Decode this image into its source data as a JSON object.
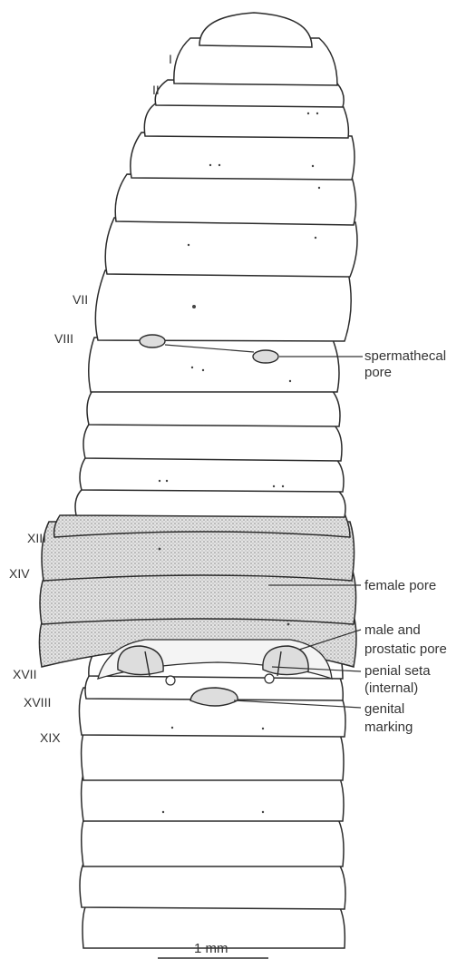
{
  "segment_labels": {
    "s1": "I",
    "s2": "II",
    "s7": "VII",
    "s8": "VIII",
    "s13": "XIII",
    "s14": "XIV",
    "s17": "XVII",
    "s18": "XVIII",
    "s19": "XIX"
  },
  "annotations": {
    "spermathecal_1": "spermathecal",
    "spermathecal_2": "pore",
    "female": "female pore",
    "male_1": "male and",
    "male_2": "prostatic pore",
    "seta_1": "penial seta",
    "seta_2": "(internal)",
    "genital_1": "genital",
    "genital_2": "marking"
  },
  "scale_bar": "1 mm",
  "colors": {
    "ink": "#2b2b2b",
    "clitellum_fill": "#c9c9c9"
  }
}
